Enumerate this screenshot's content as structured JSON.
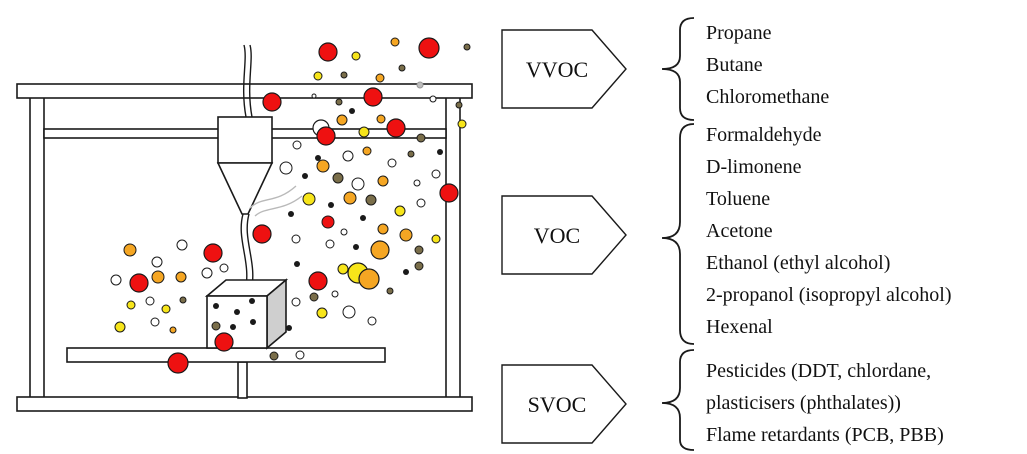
{
  "groups": [
    {
      "label": "VVOC",
      "compounds": [
        "Propane",
        "Butane",
        "Chloromethane"
      ]
    },
    {
      "label": "VOC",
      "compounds": [
        "Formaldehyde",
        "D-limonene",
        "Toluene",
        "Acetone",
        "Ethanol (ethyl alcohol)",
        "2-propanol (isopropyl alcohol)",
        "Hexenal"
      ]
    },
    {
      "label": "SVOC",
      "compounds": [
        "Pesticides (DDT, chlordane,",
        "plasticisers (phthalates))",
        "Flame retardants (PCB, PBB)"
      ]
    }
  ],
  "colors": {
    "outline": "#1a1a1a",
    "red": "#ee1111",
    "orange": "#f5a623",
    "yellow": "#f7e51a",
    "olive": "#7a6e4a",
    "white": "#ffffff"
  }
}
